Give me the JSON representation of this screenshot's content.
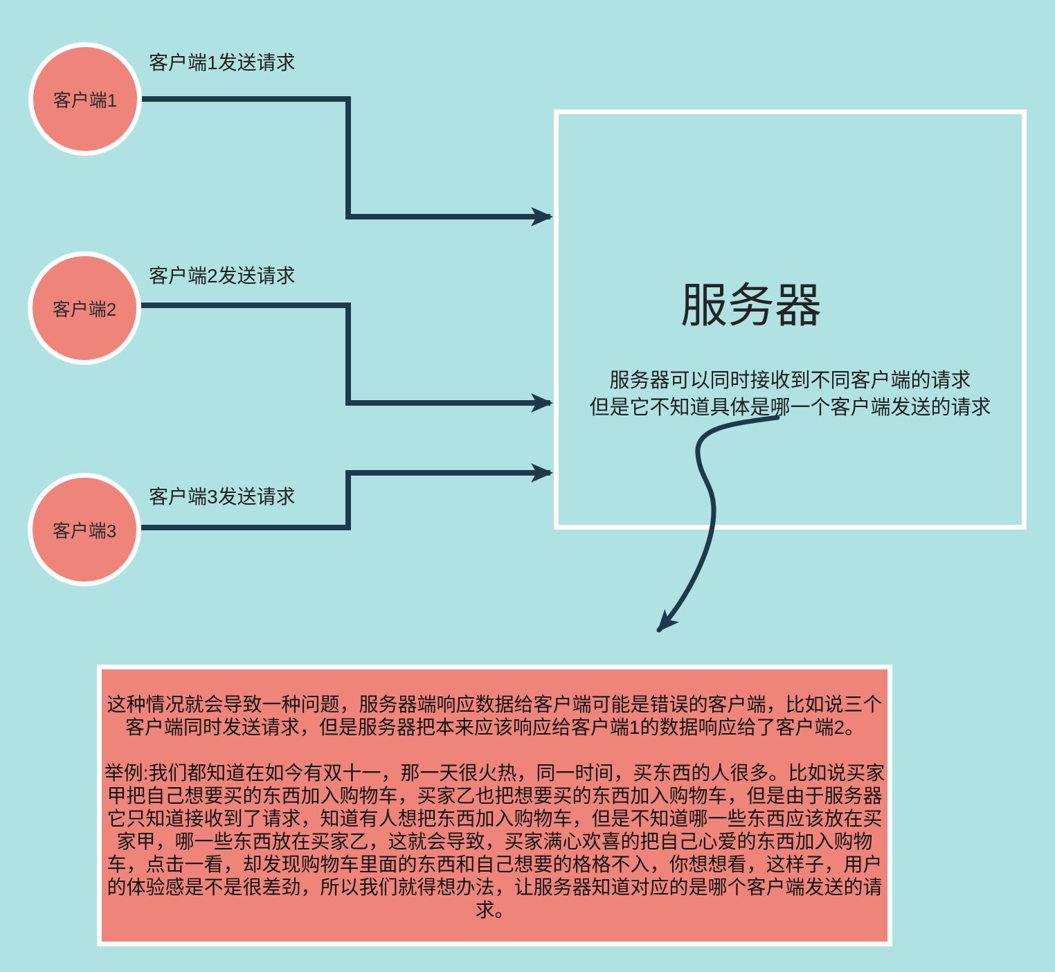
{
  "diagram": {
    "clients": [
      {
        "label": "客户端1",
        "arrow_label": "客户端1发送请求"
      },
      {
        "label": "客户端2",
        "arrow_label": "客户端2发送请求"
      },
      {
        "label": "客户端3",
        "arrow_label": "客户端3发送请求"
      }
    ],
    "server": {
      "title": "服务器",
      "description_lines": [
        "服务器可以同时接收到不同客户端的请求",
        "但是它不知道具体是哪一个客户端发送的请求"
      ]
    },
    "note": {
      "paragraph1_lines": [
        "这种情况就会导致一种问题，服务器端响应数据给客户端可能是错误的客户端，比如说三个",
        "客户端同时发送请求，但是服务器把本来应该响应给客户端1的数据响应给了客户端2。"
      ],
      "paragraph2_lines": [
        "举例:我们都知道在如今有双十一，那一天很火热，同一时间，买东西的人很多。比如说买家",
        "甲把自己想要买的东西加入购物车，买家乙也把想要买的东西加入购物车，但是由于服务器",
        "它只知道接收到了请求，知道有人想把东西加入购物车，但是不知道哪一些东西应该放在买",
        "家甲，哪一些东西放在买家乙，这就会导致，买家满心欢喜的把自己心爱的东西加入购物",
        "车，点击一看，却发现购物车里面的东西和自己想要的格格不入，你想想看，这样子，用户",
        "的体验感是不是很差劲，所以我们就得想办法，让服务器知道对应的是哪个客户端发送的请",
        "求。"
      ]
    },
    "colors": {
      "background": "#b0e1e3",
      "node_fill": "#ee847a",
      "node_border": "#ffffff",
      "connector": "#1d3a4b",
      "note_fill": "#ee847a",
      "text": "#1f1f1f"
    }
  }
}
